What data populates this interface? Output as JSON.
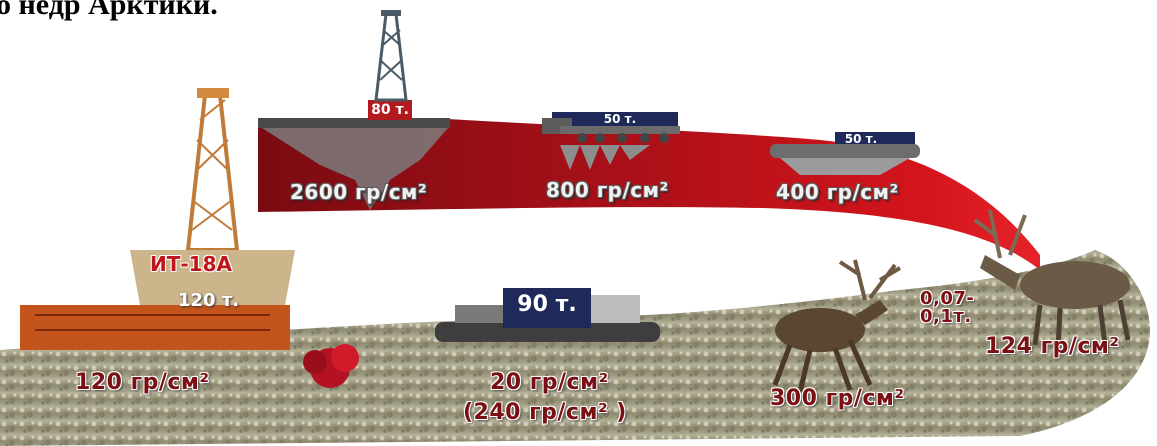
{
  "header": {
    "text": "о недр Арктики."
  },
  "rig_small": {
    "weight": "80 т.",
    "pressure": "2600 гр/см²"
  },
  "truck": {
    "weight": "50 т.",
    "pressure": "800 гр/см²"
  },
  "tracked": {
    "weight": "50 т.",
    "pressure": "400 гр/см²"
  },
  "rig_large": {
    "name": "ИТ-18А",
    "weight": "120 т.",
    "pressure": "120 гр/см²"
  },
  "hovercraft": {
    "weight": "90 т.",
    "pressure": "20 гр/см²",
    "pressure_alt": "(240 гр/см² )"
  },
  "reindeer_running": {
    "pressure": "300 гр/см²"
  },
  "reindeer_standing": {
    "weight": "0,07-\n0,1т.",
    "pressure": "124 гр/см²"
  },
  "colors": {
    "band": "#b3121a",
    "band_dark": "#6a0a10",
    "tundra": "#9f9a7e",
    "cargo": "#1f2a5a"
  }
}
